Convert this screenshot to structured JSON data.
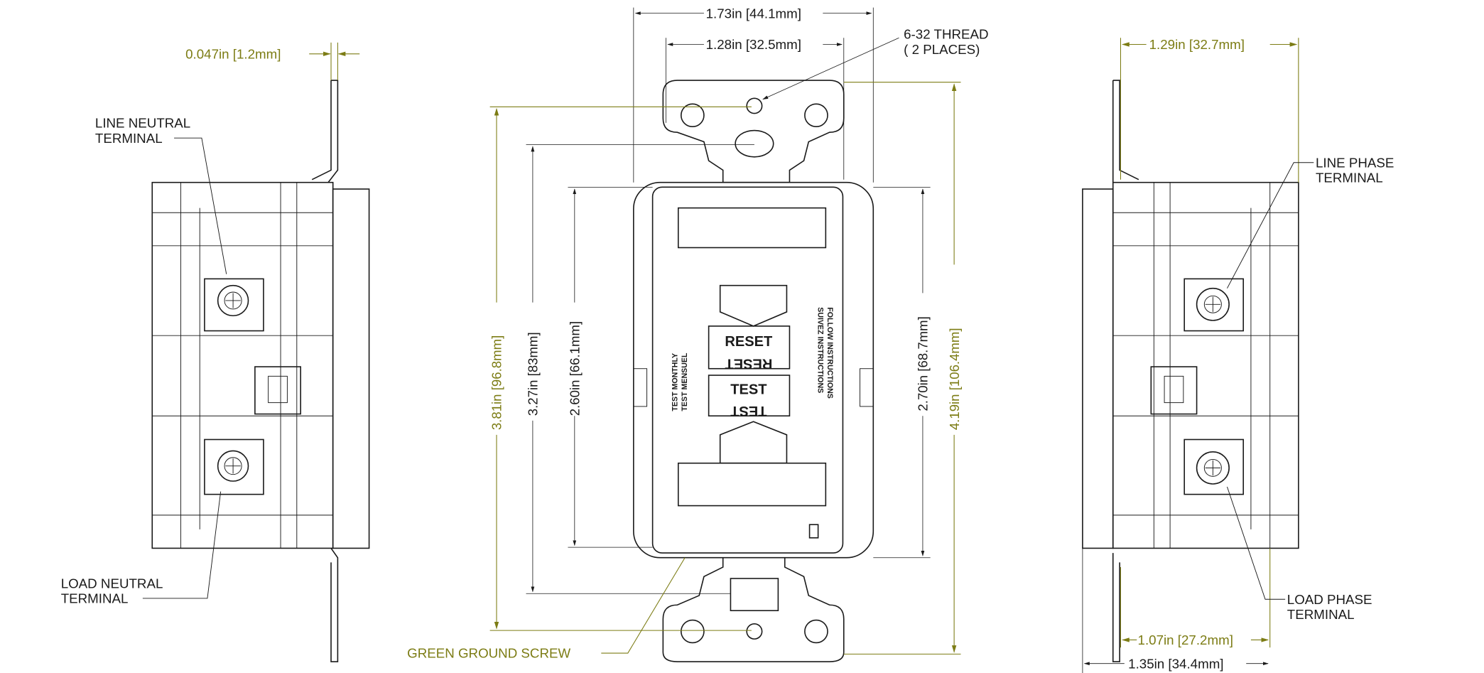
{
  "dimensions": {
    "overall_width": "1.73in [44.1mm]",
    "mount_hole_spacing": "1.28in [32.5mm]",
    "thread": "6-32 THREAD",
    "thread_places": "( 2 PLACES)",
    "strap_thickness": "0.047in [1.2mm]",
    "side_depth_top": "1.29in [32.7mm]",
    "side_depth_inner": "1.07in [27.2mm]",
    "side_depth_overall": "1.35in [34.4mm]",
    "height_3_81": "3.81in [96.8mm]",
    "height_3_27": "3.27in [83mm]",
    "height_2_60": "2.60in [66.1mm]",
    "height_2_70": "2.70in [68.7mm]",
    "height_4_19": "4.19in [106.4mm]"
  },
  "callouts": {
    "line_neutral_1": "LINE NEUTRAL",
    "line_neutral_2": "TERMINAL",
    "load_neutral_1": "LOAD NEUTRAL",
    "load_neutral_2": "TERMINAL",
    "line_phase_1": "LINE PHASE",
    "line_phase_2": "TERMINAL",
    "load_phase_1": "LOAD PHASE",
    "load_phase_2": "TERMINAL",
    "ground_screw": "GREEN GROUND SCREW"
  },
  "face": {
    "reset": "RESET",
    "test": "TEST",
    "test_monthly": "TEST  MONTHLY",
    "test_mensuel": "TEST  MENSUEL",
    "follow": "FOLLOW  INSTRUCTIONS",
    "suivez": "SUIVEZ  INSTRUCTIONS"
  },
  "colors": {
    "dimension": "#7c7c14",
    "line": "#1a1a1a"
  }
}
